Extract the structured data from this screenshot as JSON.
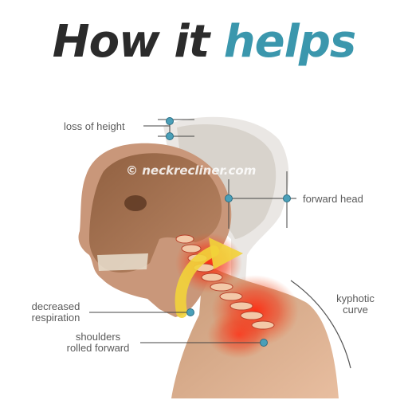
{
  "title": {
    "main": "How it ",
    "accent": "helps"
  },
  "watermark": "© neckrecliner.com",
  "labels": {
    "loss_of_height": "loss of height",
    "forward_head": "forward head",
    "kyphotic_line1": "kyphotic",
    "kyphotic_line2": "curve",
    "decreased_line1": "decreased",
    "decreased_line2": "respiration",
    "shoulders_line1": "shoulders",
    "shoulders_line2": "rolled forward"
  },
  "colors": {
    "title_dark": "#2b2b2b",
    "title_accent": "#3b97ad",
    "marker": "#4a9fb8",
    "arrow": "#f2d33a",
    "pain": "#e0301e"
  }
}
